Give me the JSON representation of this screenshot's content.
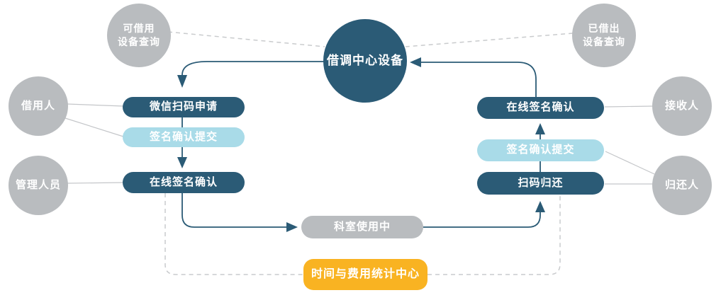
{
  "diagram": {
    "center": {
      "label": "借调中心设备"
    },
    "queries": {
      "available": {
        "line1": "可借用",
        "line2": "设备查询"
      },
      "lent": {
        "line1": "已借出",
        "line2": "设备查询"
      }
    },
    "actors": {
      "borrower": {
        "label": "借用人"
      },
      "admin": {
        "label": "管理人员"
      },
      "receiver": {
        "label": "接收人"
      },
      "returner": {
        "label": "归还人"
      }
    },
    "left_flow": {
      "step1": {
        "label": "微信扫码申请"
      },
      "step2": {
        "label": "签名确认提交"
      },
      "step3": {
        "label": "在线签名确认"
      }
    },
    "right_flow": {
      "step1": {
        "label": "在线签名确认"
      },
      "step2": {
        "label": "签名确认提交"
      },
      "step3": {
        "label": "扫码归还"
      }
    },
    "bottom": {
      "in_use": {
        "label": "科室使用中"
      },
      "stats": {
        "label": "时间与费用统计中心"
      }
    }
  },
  "colors": {
    "dark_teal": "#2b5b76",
    "light_blue": "#a9dbe8",
    "gray": "#b9bcbf",
    "orange": "#f9b322",
    "line_gray": "#c4c6c9",
    "dash_gray": "#c9cbcd"
  }
}
